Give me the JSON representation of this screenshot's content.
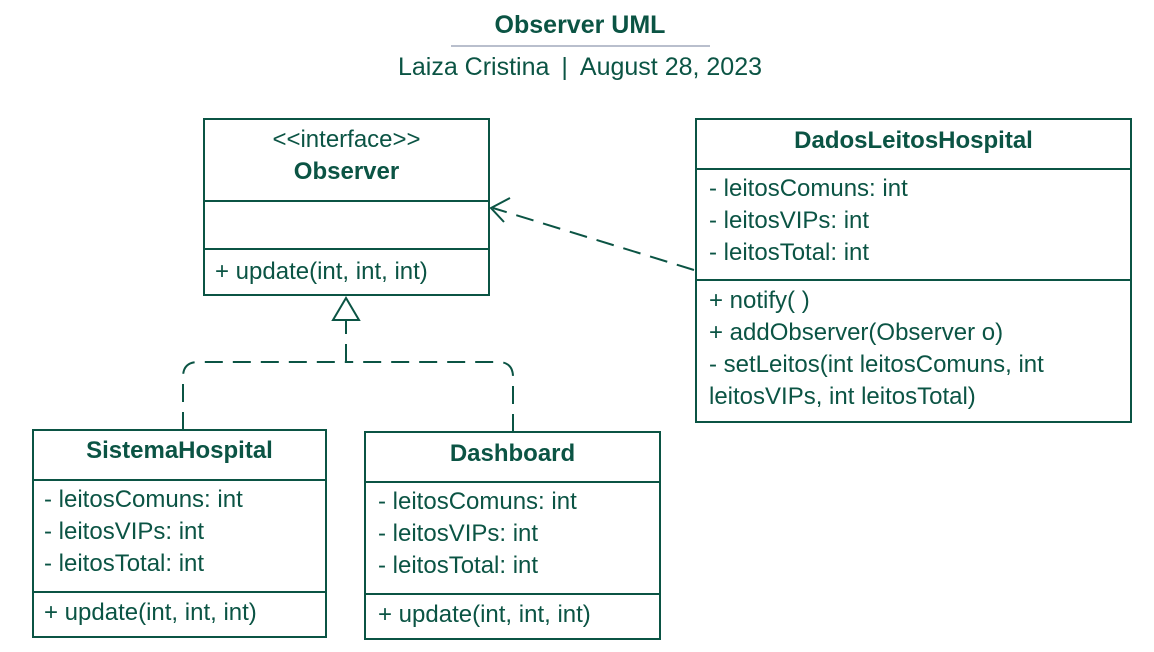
{
  "header": {
    "title": "Observer UML",
    "author": "Laiza Cristina",
    "separator": "|",
    "date": "August 28, 2023"
  },
  "classes": {
    "observer": {
      "stereotype": "<<interface>>",
      "name": "Observer",
      "attributes": [],
      "operations": [
        "+ update(int, int, int)"
      ]
    },
    "dados": {
      "name": "DadosLeitosHospital",
      "attributes": [
        "- leitosComuns: int",
        "- leitosVIPs: int",
        "- leitosTotal: int"
      ],
      "operations": [
        "+ notify( )",
        "+ addObserver(Observer o)",
        "- setLeitos(int leitosComuns, int leitosVIPs, int leitosTotal)"
      ]
    },
    "sistema": {
      "name": "SistemaHospital",
      "attributes": [
        "- leitosComuns: int",
        "- leitosVIPs: int",
        "- leitosTotal: int"
      ],
      "operations": [
        "+ update(int, int, int)"
      ]
    },
    "dashboard": {
      "name": "Dashboard",
      "attributes": [
        "- leitosComuns: int",
        "- leitosVIPs: int",
        "- leitosTotal: int"
      ],
      "operations": [
        "+ update(int, int, int)"
      ]
    }
  },
  "relationships": [
    {
      "type": "dependency",
      "from": "DadosLeitosHospital",
      "to": "Observer"
    },
    {
      "type": "realization",
      "from": "SistemaHospital",
      "to": "Observer"
    },
    {
      "type": "realization",
      "from": "Dashboard",
      "to": "Observer"
    }
  ],
  "colors": {
    "primary": "#0b5444",
    "title_underline": "#b9bfcd",
    "background": "#ffffff"
  }
}
